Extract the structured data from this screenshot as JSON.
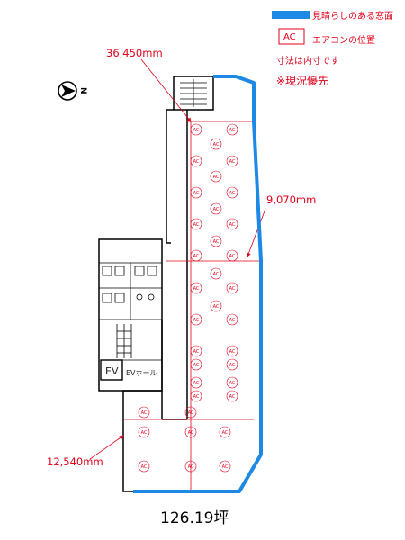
{
  "legend": {
    "window_label": "見晴らしのある窓面",
    "ac_symbol": "AC",
    "ac_label": "エアコンの位置",
    "dimension_note": "寸法は内寸です",
    "priority_note": "※現況優先",
    "window_color": "#1e88e5",
    "accent_color": "#e0001a"
  },
  "compass": {
    "label": "N",
    "icon": "north-arrow-icon"
  },
  "dimensions": [
    {
      "id": "length",
      "value": "36,450mm"
    },
    {
      "id": "width",
      "value": "9,070mm"
    },
    {
      "id": "lower_width",
      "value": "12,540mm"
    }
  ],
  "labels": {
    "ev": "EV",
    "ev_hall": "EVホール"
  },
  "ac_units": [
    "AC",
    "AC",
    "AC",
    "AC",
    "AC",
    "AC",
    "AC",
    "AC",
    "AC",
    "AC",
    "AC",
    "AC",
    "AC",
    "AC",
    "AC",
    "AC",
    "AC",
    "AC",
    "AC",
    "AC",
    "AC",
    "AC",
    "AC",
    "AC",
    "AC",
    "AC",
    "AC",
    "AC",
    "AC",
    "AC",
    "AC",
    "AC",
    "AC",
    "AC",
    "AC",
    "AC"
  ],
  "area": "126.19坪"
}
